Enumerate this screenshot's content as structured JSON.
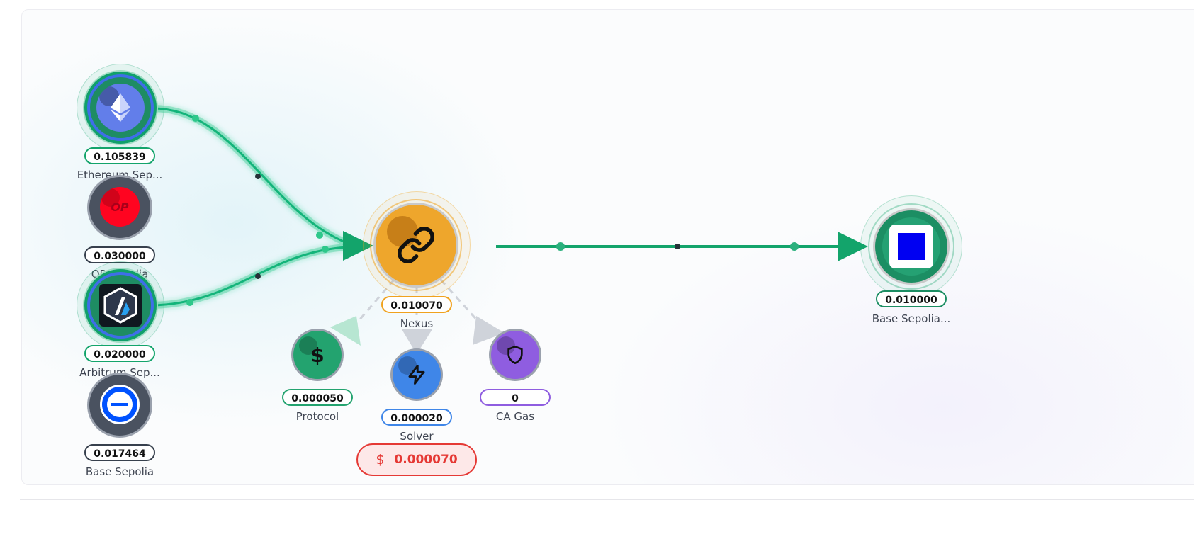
{
  "sources": [
    {
      "name": "Ethereum Sep...",
      "amount": "0.105839",
      "icon": "ethereum-icon",
      "active": true
    },
    {
      "name": "OP Sepolia",
      "amount": "0.030000",
      "icon": "op-icon",
      "icon_text": "OP",
      "active": false
    },
    {
      "name": "Arbitrum Sep...",
      "amount": "0.020000",
      "icon": "arbitrum-icon",
      "active": true
    },
    {
      "name": "Base Sepolia",
      "amount": "0.017464",
      "icon": "base-icon",
      "active": false
    }
  ],
  "hub": {
    "name": "Nexus",
    "amount": "0.010070",
    "icon": "link-icon"
  },
  "fees": [
    {
      "name": "Protocol",
      "amount": "0.000050",
      "icon": "dollar-icon",
      "icon_text": "$",
      "color": "#23a36f"
    },
    {
      "name": "Solver",
      "amount": "0.000020",
      "icon": "lightning-icon",
      "color": "#3f86e8"
    },
    {
      "name": "CA Gas",
      "amount": "0",
      "icon": "shield-icon",
      "color": "#8f5de0"
    }
  ],
  "total_fee": {
    "symbol": "$",
    "amount": "0.000070"
  },
  "destination": {
    "name": "Base Sepolia...",
    "amount": "0.010000",
    "icon": "square-icon"
  },
  "colors": {
    "flow": "#13a46b",
    "hub": "#f0a21e",
    "fee_total": "#e53935"
  }
}
